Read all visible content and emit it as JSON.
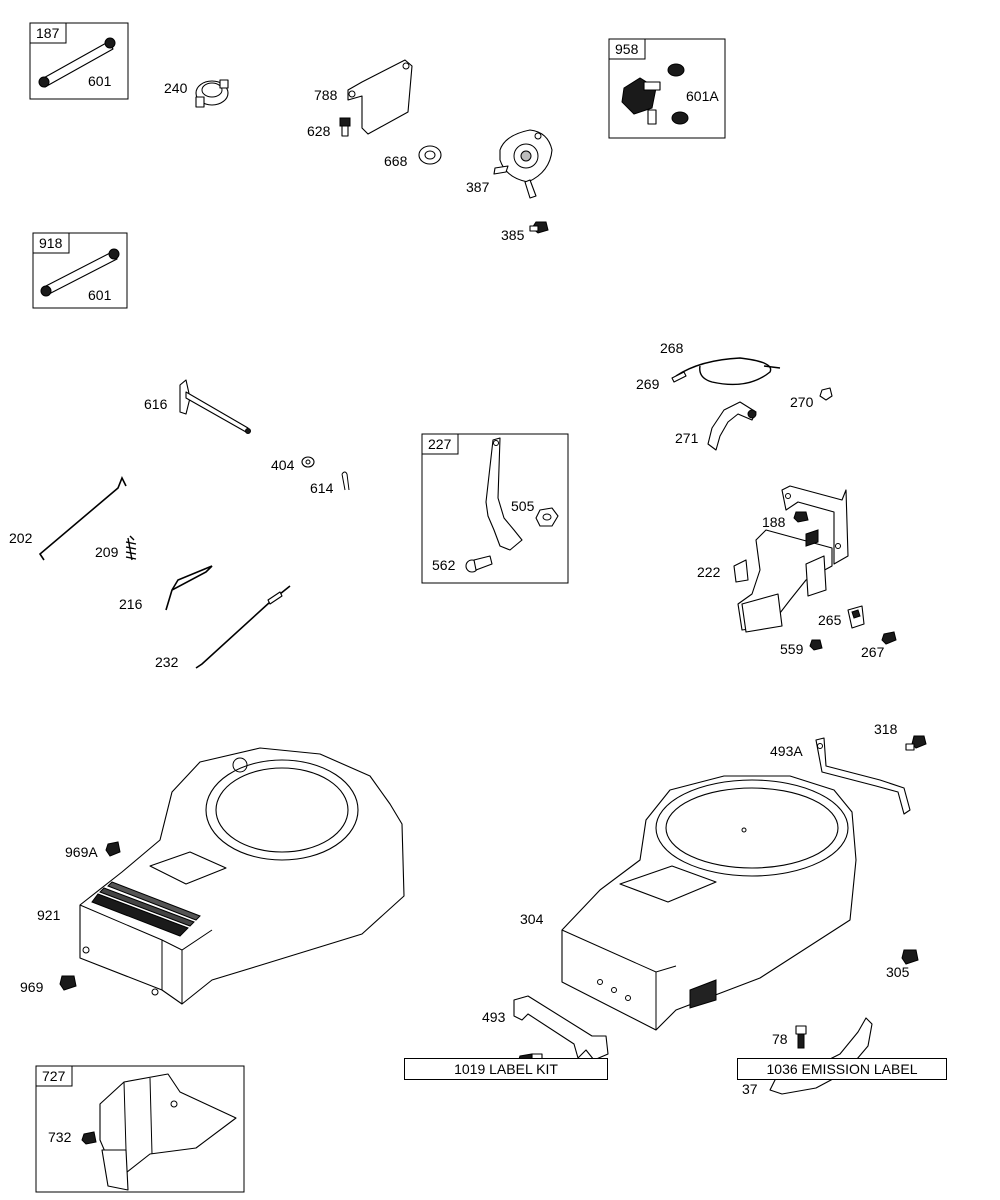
{
  "callouts": {
    "c187": "187",
    "c601a": "601",
    "c240": "240",
    "c788": "788",
    "c628": "628",
    "c668": "668",
    "c387": "387",
    "c385": "385",
    "c958": "958",
    "c601A": "601A",
    "c918": "918",
    "c601b": "601",
    "c268": "268",
    "c269": "269",
    "c270": "270",
    "c271": "271",
    "c616": "616",
    "c404": "404",
    "c614": "614",
    "c202": "202",
    "c209": "209",
    "c216": "216",
    "c232": "232",
    "c227": "227",
    "c505": "505",
    "c562": "562",
    "c188": "188",
    "c222": "222",
    "c265": "265",
    "c559": "559",
    "c267": "267",
    "c318a": "318",
    "c493A": "493A",
    "c969A": "969A",
    "c921": "921",
    "c969": "969",
    "c304": "304",
    "c305": "305",
    "c493": "493",
    "c318b": "318",
    "c78": "78",
    "c37": "37",
    "c727": "727",
    "c732": "732"
  },
  "footer": {
    "label_kit": "1019 LABEL KIT",
    "emission_label": "1036 EMISSION LABEL"
  }
}
